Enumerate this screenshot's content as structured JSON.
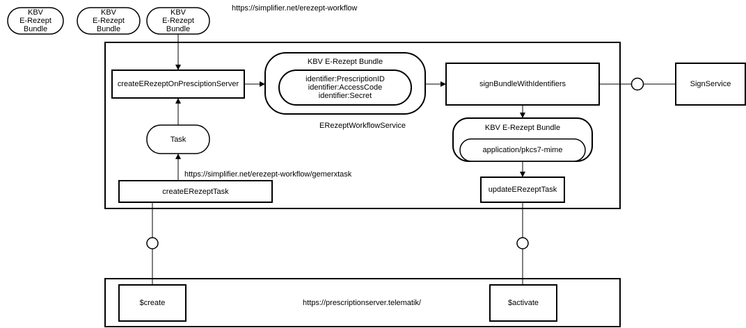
{
  "urls": {
    "simplifier": "https://simplifier.net/erezept-workflow",
    "gemerxtask": "https://simplifier.net/erezept-workflow/gemerxtask",
    "prescription_server": "https://prescriptionserver.telematik/"
  },
  "top_bundles": [
    {
      "lines": [
        "KBV",
        "E-Rezept",
        "Bundle"
      ]
    },
    {
      "lines": [
        "KBV",
        "E-Rezept",
        "Bundle"
      ]
    },
    {
      "lines": [
        "KBV",
        "E-Rezept",
        "Bundle"
      ]
    }
  ],
  "workflow_service": {
    "label": "ERezeptWorkflowService",
    "create_on_server": "createERezeptOnPresciptionServer",
    "task": "Task",
    "create_task": "createERezeptTask",
    "sign_bundle": "signBundleWithIdentifiers",
    "update_task": "updateERezeptTask",
    "bundle_with_ids": {
      "title": "KBV E-Rezept Bundle",
      "identifiers": [
        "identifier:PrescriptionID",
        "identifier:AccessCode",
        "identifier:Secret"
      ]
    },
    "signed_bundle": {
      "title": "KBV E-Rezept Bundle",
      "mime": "application/pkcs7-mime"
    }
  },
  "sign_service": "SignService",
  "server": {
    "create": "$create",
    "activate": "$activate"
  }
}
